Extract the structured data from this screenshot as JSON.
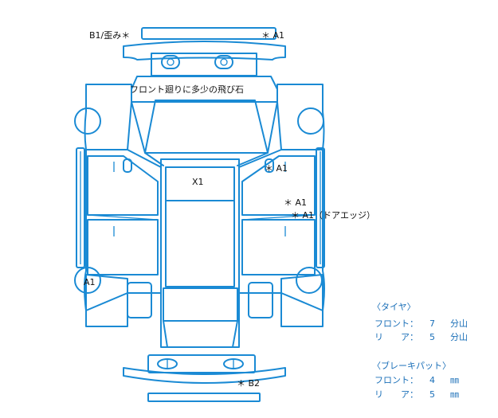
{
  "annotations": {
    "b1_label": "B1/歪み＊",
    "a1_bumper": "＊ A1",
    "front_note": "フロント廻りに多少の飛び石",
    "x1": "X1",
    "a1_door_front": "＊ A1",
    "a1_pillar": "＊ A1",
    "a1_door_edge": "＊ A1（ドアエッジ）",
    "a1_left": "A1",
    "b2_rear": "＊ B2"
  },
  "tires": {
    "header": "〈タイヤ〉",
    "rows": [
      {
        "label": "フロント：",
        "value": "7",
        "unit": "分山"
      },
      {
        "label": "リ　　ア：",
        "value": "5",
        "unit": "分山"
      }
    ]
  },
  "brakes": {
    "header": "〈ブレーキパット〉",
    "rows": [
      {
        "label": "フロント：",
        "value": "4",
        "unit": "㎜"
      },
      {
        "label": "リ　　ア：",
        "value": "5",
        "unit": "㎜"
      }
    ]
  },
  "colors": {
    "outline": "#1a8ad4",
    "info_text": "#1a6fb8"
  }
}
